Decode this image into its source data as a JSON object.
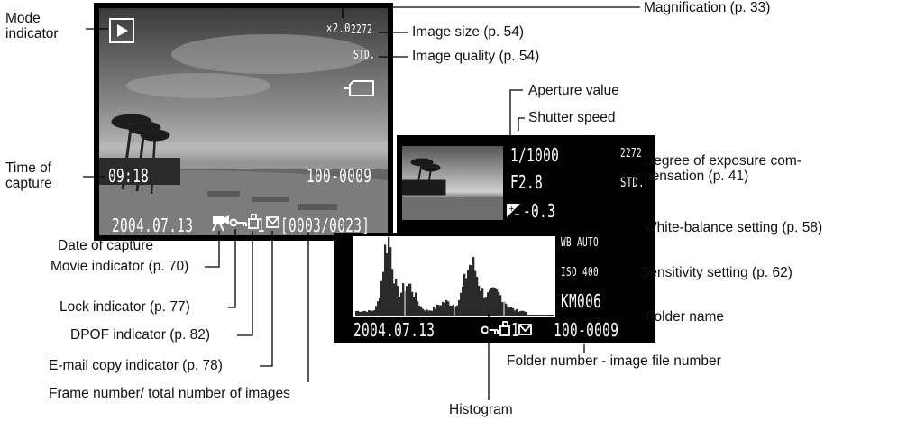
{
  "screen1": {
    "magnification": "×2.0",
    "image_size": "2272",
    "image_quality": "STD.",
    "time": "09:18",
    "folder_file": "100-0009",
    "date": "2004.07.13",
    "dpof_count": "1",
    "frame_count": "[0003/0023]"
  },
  "screen2": {
    "shutter": "1/1000",
    "image_size": "2272",
    "aperture": "F2.8",
    "quality": "STD.",
    "exposure_comp": "-0.3",
    "white_balance": "WB AUTO",
    "iso": "ISO 400",
    "folder_name": "KM006",
    "date": "2004.07.13",
    "dpof_count": "1",
    "folder_file": "100-0009"
  },
  "labels": {
    "mode_indicator": "Mode\nindicator",
    "magnification": "Magnification (p. 33)",
    "image_size": "Image size (p. 54)",
    "image_quality": "Image quality (p. 54)",
    "time_of_capture": "Time of\ncapture",
    "date_of_capture": "Date of capture",
    "movie_indicator": "Movie indicator (p. 70)",
    "lock_indicator": "Lock indicator (p. 77)",
    "dpof_indicator": "DPOF indicator (p. 82)",
    "email_indicator": "E-mail copy indicator (p. 78)",
    "frame_number": "Frame number/ total number of images",
    "aperture_value": "Aperture value",
    "shutter_speed": "Shutter speed",
    "exposure_comp": "Degree of exposure com-\npensation (p. 41)",
    "white_balance": "White-balance setting (p. 58)",
    "sensitivity": "Sensitivity setting (p. 62)",
    "folder_name": "Folder name",
    "folder_file": "Folder number - image file number",
    "histogram": "Histogram"
  },
  "colors": {
    "lcd_text": "#ffffff",
    "screen_bg": "#000000",
    "label_text": "#111111",
    "line": "#000000"
  }
}
